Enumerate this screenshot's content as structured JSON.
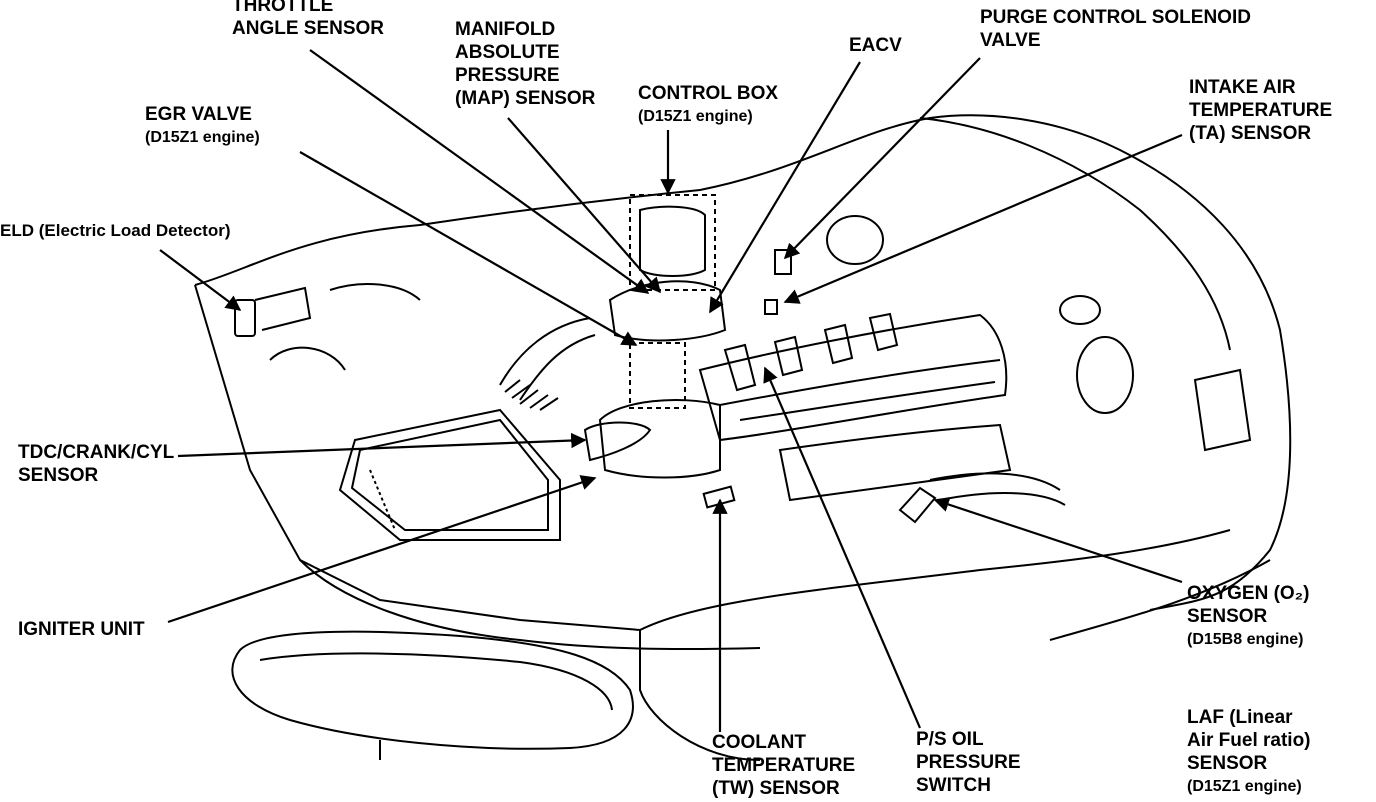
{
  "labels": {
    "throttle_angle_sensor": [
      "THROTTLE",
      "ANGLE SENSOR"
    ],
    "map_sensor": [
      "MANIFOLD",
      "ABSOLUTE",
      "PRESSURE",
      "(MAP) SENSOR"
    ],
    "eacv": [
      "EACV"
    ],
    "purge_control_solenoid_valve": [
      "PURGE CONTROL SOLENOID",
      "VALVE"
    ],
    "egr_valve": [
      "EGR VALVE",
      "(D15Z1 engine)"
    ],
    "control_box": [
      "CONTROL BOX",
      "(D15Z1 engine)"
    ],
    "intake_air_temperature_sensor": [
      "INTAKE AIR",
      "TEMPERATURE",
      "(TA) SENSOR"
    ],
    "eld": [
      "ELD (Electric Load Detector)"
    ],
    "tdc_crank_cyl_sensor": [
      "TDC/CRANK/CYL",
      "SENSOR"
    ],
    "igniter_unit": [
      "IGNITER UNIT"
    ],
    "oxygen_sensor": [
      "OXYGEN (O₂)",
      "SENSOR",
      "(D15B8 engine)"
    ],
    "coolant_temperature_sensor": [
      "COOLANT",
      "TEMPERATURE",
      "(TW) SENSOR"
    ],
    "ps_oil_pressure_switch": [
      "P/S OIL",
      "PRESSURE",
      "SWITCH"
    ],
    "laf_sensor": [
      "LAF (Linear",
      "Air Fuel ratio)",
      "SENSOR",
      "(D15Z1 engine)"
    ]
  }
}
